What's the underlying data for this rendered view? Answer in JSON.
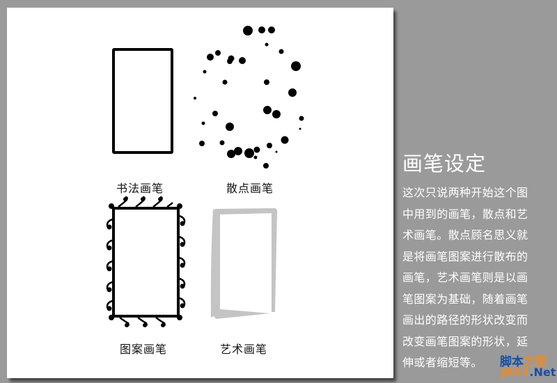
{
  "panel": {
    "brushes": [
      {
        "id": "calligraphic",
        "label": "书法画笔"
      },
      {
        "id": "scatter",
        "label": "散点画笔"
      },
      {
        "id": "pattern",
        "label": "图案画笔"
      },
      {
        "id": "art",
        "label": "艺术画笔"
      }
    ]
  },
  "sidebar": {
    "title": "画笔设定",
    "lines": [
      "这次只说两种开始这个图",
      "中用到的画笔，散点和艺",
      "术画笔。散点顾名思义就",
      "是将画笔图案进行散布的",
      "画笔，艺术画笔则是以画",
      "笔图案为基础，随着画笔",
      "画出的路径的形状改变而",
      "改变画笔图案的形状，延",
      "伸或者缩短等。"
    ]
  },
  "watermark": {
    "part1": "脚本",
    "part2": "之家",
    "part3": "JB51",
    "part4": ".Net",
    "colors": {
      "blue": "#1a4fa0",
      "orange": "#f08a1c"
    }
  },
  "colors": {
    "background": "#9a9a9a",
    "panel": "#ffffff",
    "stroke": "#000000",
    "art_brush": "#c4c4c4"
  }
}
